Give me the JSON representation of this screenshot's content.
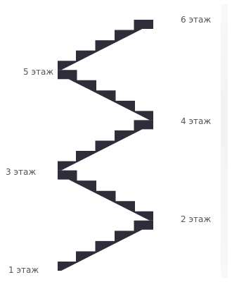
{
  "diagram": {
    "type": "zigzag-staircase",
    "floors": [
      {
        "label": "1 этаж",
        "side": "left"
      },
      {
        "label": "2 этаж",
        "side": "right"
      },
      {
        "label": "3 этаж",
        "side": "left"
      },
      {
        "label": "4 этаж",
        "side": "right"
      },
      {
        "label": "5 этаж",
        "side": "left"
      },
      {
        "label": "6 этаж",
        "side": "right"
      }
    ],
    "steps_per_flight": 4,
    "colors": {
      "stairs": "#2e2e3a",
      "labels": "#555555",
      "background": "#ffffff"
    }
  }
}
